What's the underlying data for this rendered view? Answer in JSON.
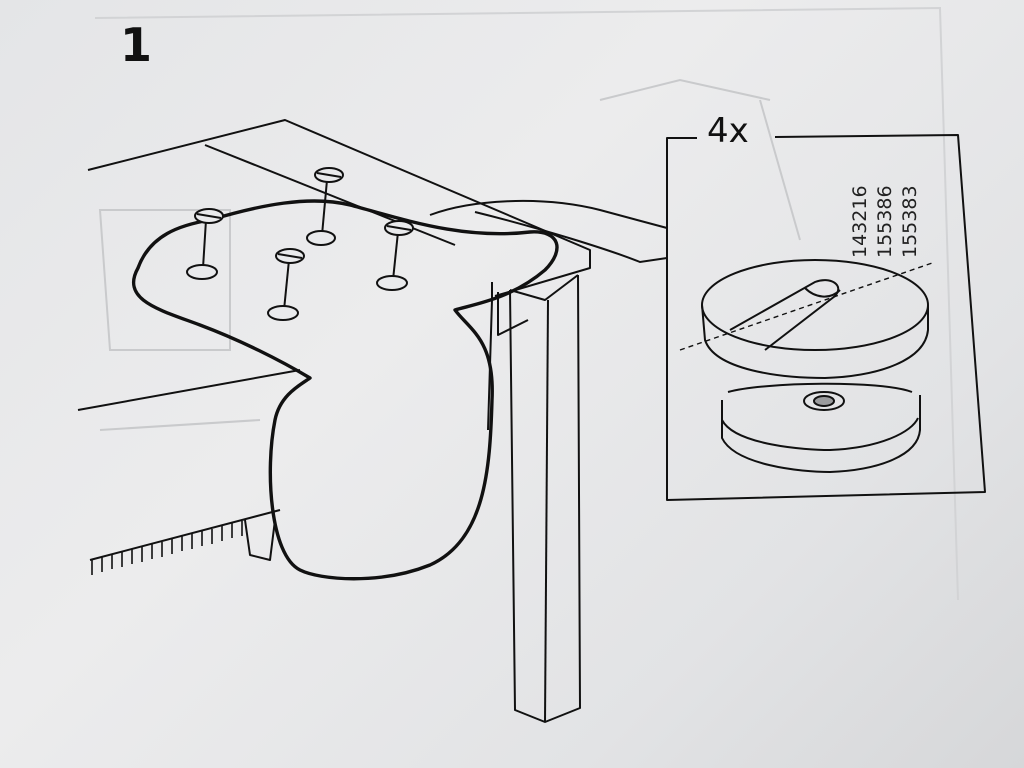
{
  "instruction": {
    "step_number": "1",
    "quantity_label": "4x",
    "part_numbers": [
      "143216",
      "155386",
      "155383"
    ]
  },
  "colors": {
    "paper": "#e8e9eb",
    "ink": "#111111"
  }
}
